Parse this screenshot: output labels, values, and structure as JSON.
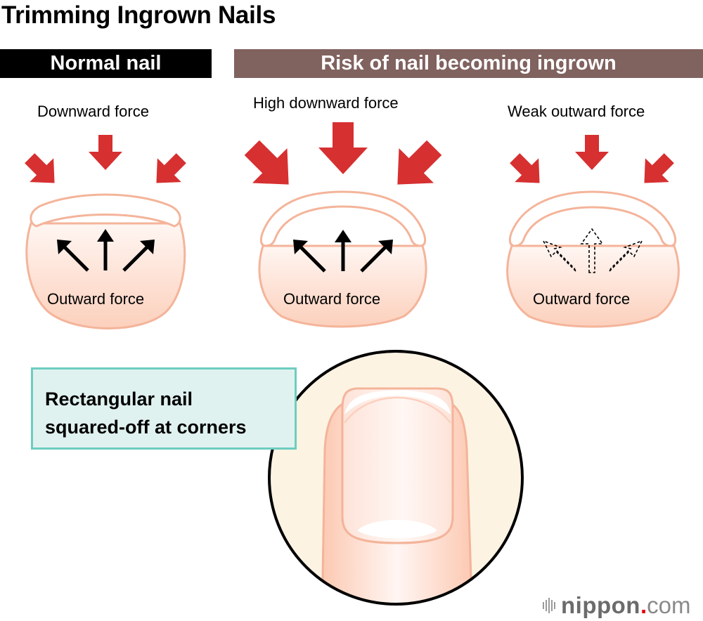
{
  "title": "Trimming Ingrown Nails",
  "sections": {
    "normal": {
      "label": "Normal nail",
      "color": "#000000"
    },
    "risk": {
      "label": "Risk of nail becoming ingrown",
      "color": "#80625f"
    }
  },
  "panels": [
    {
      "id": "normal",
      "top_label": "Downward force",
      "bottom_label": "Outward force",
      "downward_strength": "normal",
      "outward_style": "solid"
    },
    {
      "id": "high-downward",
      "top_label": "High downward force",
      "bottom_label": "Outward force",
      "downward_strength": "high",
      "outward_style": "solid"
    },
    {
      "id": "weak-outward",
      "top_label": "Weak outward force",
      "bottom_label": "Outward force",
      "downward_strength": "normal",
      "outward_style": "dashed"
    }
  ],
  "colors": {
    "force_arrow": "#d63031",
    "skin_stroke": "#f4b49a",
    "skin_fill_top": "#fff6f2",
    "skin_fill_bottom": "#fcd2bf",
    "circle_bg": "#fdf3e3",
    "note_bg": "#e0f2f0",
    "note_border": "#6ecdbf"
  },
  "note": {
    "line1": "Rectangular nail",
    "line2": "squared-off at corners"
  },
  "logo": {
    "main": "nippon",
    "dot": ".",
    "suffix": "com"
  }
}
